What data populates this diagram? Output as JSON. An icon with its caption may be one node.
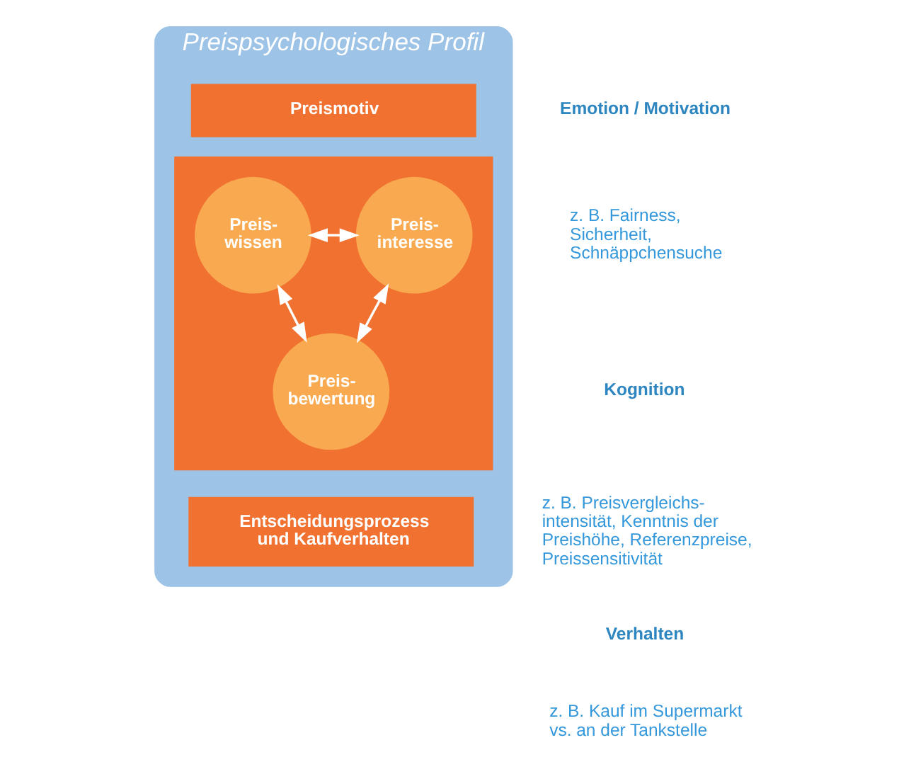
{
  "diagram": {
    "nodes": [
      {
        "text": [
          "Preispsychologisches Profil"
        ]
      },
      {
        "text": [
          "Preismotiv"
        ],
        "in": 0
      },
      {
        "text": [],
        "shape": "box",
        "in": 0
      },
      {
        "text": [
          "Preis- interesse"
        ],
        "in": 2
      },
      {
        "text": [
          "Preis- wissen"
        ],
        "in": 2
      },
      {
        "text": [
          "Preis- bewertung"
        ],
        "in": 2
      },
      {
        "text": [
          "Entscheidungsprozess und Kaufverhalten"
        ],
        "in": 0
      }
    ],
    "edges": [
      {
        "from": 3,
        "to": 4,
        "arrow": "both"
      },
      {
        "from": 3,
        "to": 5,
        "arrow": "both"
      },
      {
        "from": 4,
        "to": 5,
        "arrow": "both"
      }
    ],
    "labels": [
      "Emotion / Motivation",
      "z. B. Fairness, Sicherheit, Schnäppchensuche",
      "Kognition",
      "z. B. Preisvergleichs- intensität, Kenntnis der Preishöhe, Referenzpreise, Preissensitivität",
      "Verhalten",
      "z. B. Kauf im Supermarkt vs. an der Tankstelle"
    ]
  }
}
